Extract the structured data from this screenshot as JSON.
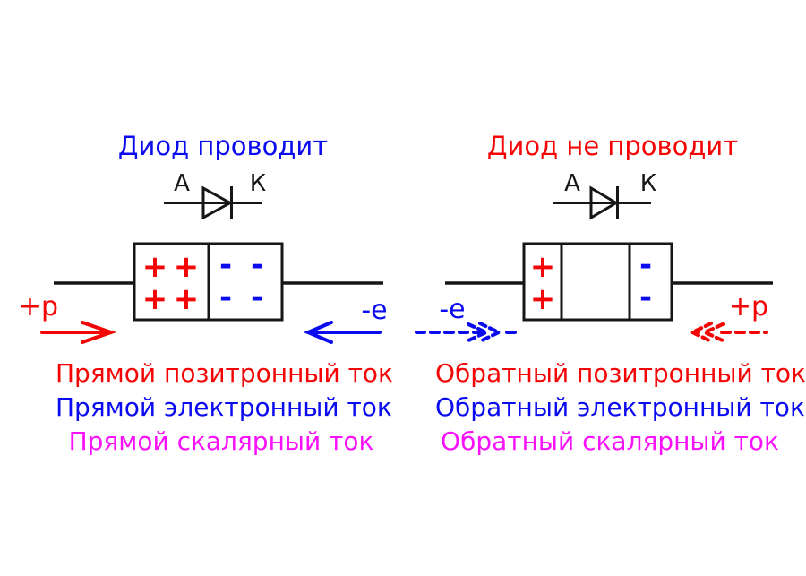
{
  "colors": {
    "red": "#f40404",
    "blue": "#0b0bf0",
    "magenta": "#fb10fb",
    "black": "#161616"
  },
  "left": {
    "title": "Диод проводит",
    "anode_label": "А",
    "cathode_label": "К",
    "plus_signs": [
      "+",
      "+",
      "+",
      "+"
    ],
    "minus_signs": [
      "-",
      "-",
      "-",
      "-"
    ],
    "positron_label": "+p",
    "electron_label": "-e",
    "captions": {
      "positron": "Прямой позитронный ток",
      "electron": "Прямой электронный ток",
      "scalar": "Прямой скалярный ток"
    }
  },
  "right": {
    "title": "Диод не проводит",
    "anode_label": "А",
    "cathode_label": "К",
    "plus_signs": [
      "+",
      "+"
    ],
    "minus_signs": [
      "-",
      "-"
    ],
    "electron_label": "-e",
    "positron_label": "+p",
    "captions": {
      "positron": "Обратный позитронный ток",
      "electron": "Обратный электронный ток",
      "scalar": "Обратный скалярный ток"
    }
  }
}
